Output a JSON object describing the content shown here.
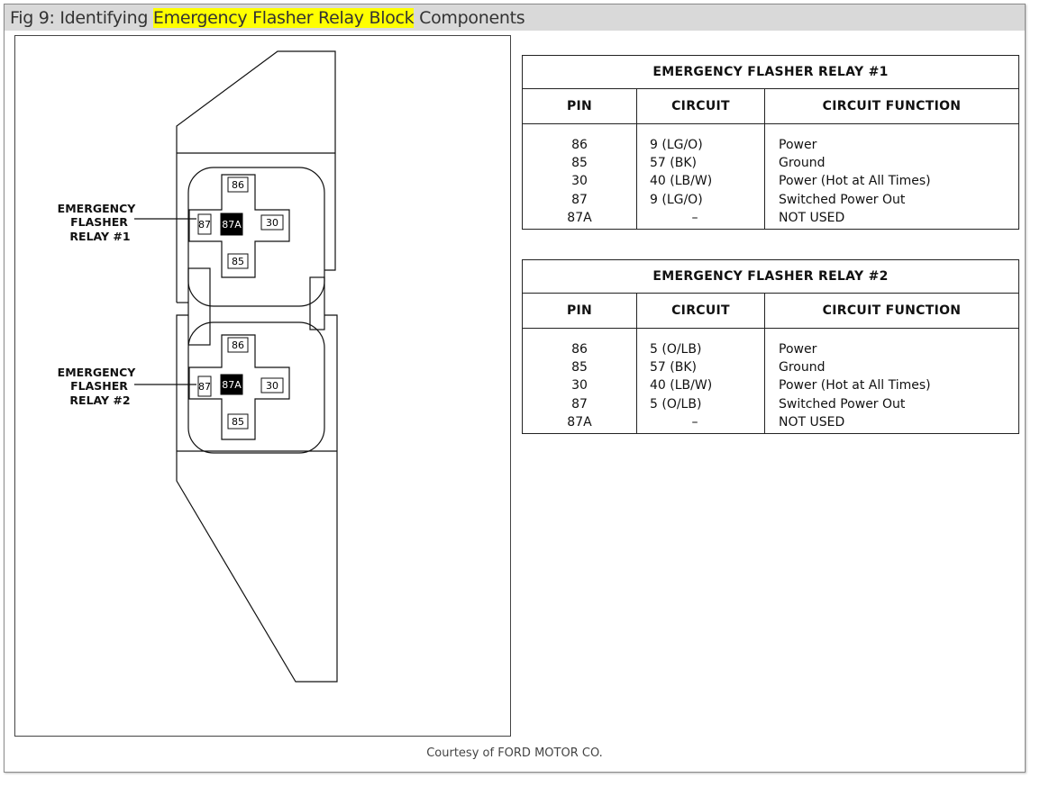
{
  "caption": {
    "prefix": "Fig 9: Identifying ",
    "highlight": "Emergency Flasher Relay Block",
    "suffix": " Components"
  },
  "diagram": {
    "relay1_label": [
      "EMERGENCY",
      "FLASHER",
      "RELAY #1"
    ],
    "relay2_label": [
      "EMERGENCY",
      "FLASHER",
      "RELAY #2"
    ],
    "relay1_pins": {
      "top": "86",
      "left": "87",
      "center": "87A",
      "right": "30",
      "bottom": "85"
    },
    "relay2_pins": {
      "top": "86",
      "left": "87",
      "center": "87A",
      "right": "30",
      "bottom": "85"
    }
  },
  "tables": [
    {
      "title": "EMERGENCY FLASHER RELAY #1",
      "headers": [
        "PIN",
        "CIRCUIT",
        "CIRCUIT FUNCTION"
      ],
      "rows": [
        [
          "86",
          "9 (LG/O)",
          "Power"
        ],
        [
          "85",
          "57 (BK)",
          "Ground"
        ],
        [
          "30",
          "40 (LB/W)",
          "Power (Hot at All Times)"
        ],
        [
          "87",
          "9 (LG/O)",
          "Switched Power Out"
        ],
        [
          "87A",
          "–",
          "NOT USED"
        ]
      ]
    },
    {
      "title": "EMERGENCY FLASHER RELAY #2",
      "headers": [
        "PIN",
        "CIRCUIT",
        "CIRCUIT FUNCTION"
      ],
      "rows": [
        [
          "86",
          "5 (O/LB)",
          "Power"
        ],
        [
          "85",
          "57 (BK)",
          "Ground"
        ],
        [
          "30",
          "40 (LB/W)",
          "Power (Hot at All Times)"
        ],
        [
          "87",
          "5 (O/LB)",
          "Switched Power Out"
        ],
        [
          "87A",
          "–",
          "NOT USED"
        ]
      ]
    }
  ],
  "courtesy": "Courtesy of FORD MOTOR CO."
}
